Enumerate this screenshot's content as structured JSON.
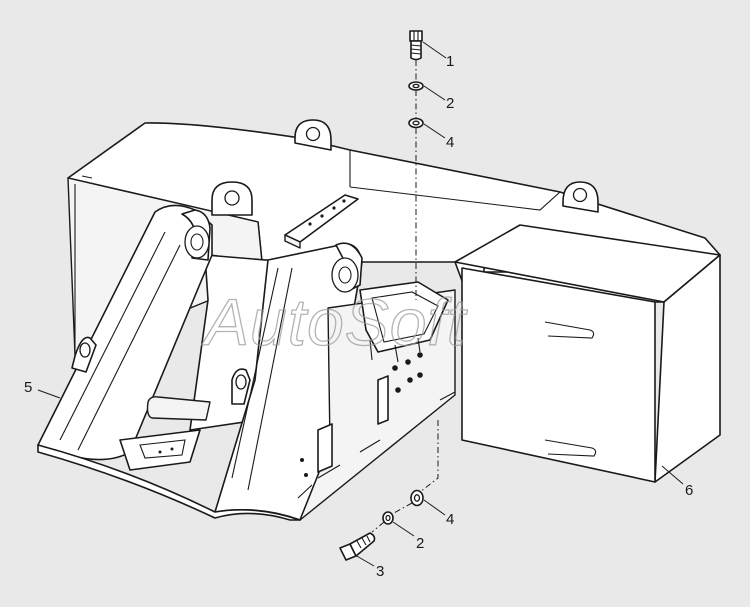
{
  "callouts": {
    "c1": "1",
    "c2_top": "2",
    "c4_top": "4",
    "c5": "5",
    "c6": "6",
    "c4_bottom": "4",
    "c2_bottom": "2",
    "c3": "3"
  },
  "watermark": "AutoSoft",
  "colors": {
    "background": "#e9e9e9",
    "line": "#1a1a1a",
    "part_fill": "#ffffff",
    "watermark": "#9a9a9a"
  }
}
